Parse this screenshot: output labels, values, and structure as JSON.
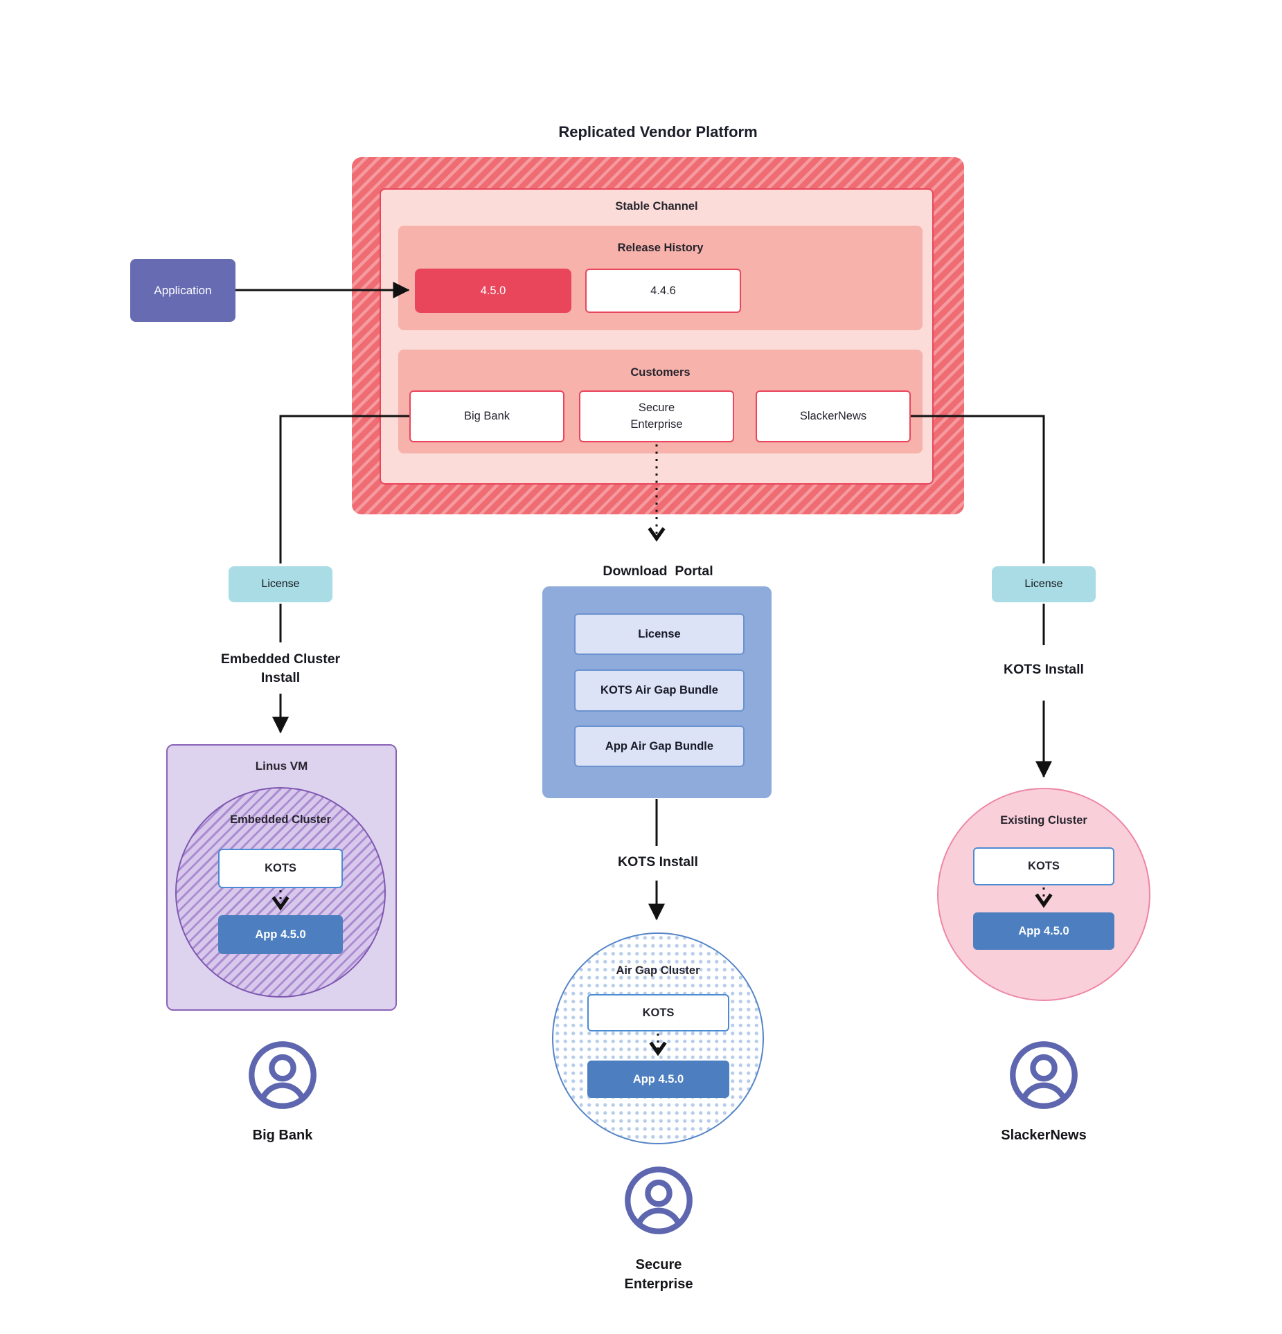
{
  "title": "Replicated Vendor Platform",
  "platform": {
    "stable_channel": {
      "label": "Stable Channel",
      "release_history": {
        "label": "Release History",
        "releases": [
          {
            "version": "4.5.0",
            "highlighted": true
          },
          {
            "version": "4.4.6",
            "highlighted": false
          }
        ]
      },
      "customers": {
        "label": "Customers",
        "items": [
          {
            "name": "Big Bank"
          },
          {
            "name": "Secure\nEnterprise"
          },
          {
            "name": "SlackerNews"
          }
        ]
      }
    }
  },
  "application": {
    "label": "Application"
  },
  "flows": {
    "left": {
      "license": "License",
      "install": "Embedded Cluster\nInstall"
    },
    "middle": {
      "portal_title": "Download  Portal",
      "install": "KOTS Install"
    },
    "right": {
      "license": "License",
      "install": "KOTS Install"
    }
  },
  "download_portal": {
    "items": [
      {
        "label": "License"
      },
      {
        "label": "KOTS Air Gap Bundle"
      },
      {
        "label": "App Air Gap Bundle"
      }
    ]
  },
  "clusters": {
    "embedded": {
      "vm_label": "Linus VM",
      "cluster_label": "Embedded Cluster",
      "kots": "KOTS",
      "app": "App 4.5.0"
    },
    "airgap": {
      "cluster_label": "Air Gap Cluster",
      "kots": "KOTS",
      "app": "App 4.5.0"
    },
    "existing": {
      "cluster_label": "Existing Cluster",
      "kots": "KOTS",
      "app": "App 4.5.0"
    }
  },
  "users": [
    {
      "name": "Big Bank"
    },
    {
      "name": "Secure\nEnterprise"
    },
    {
      "name": "SlackerNews"
    }
  ],
  "colors": {
    "hatch_base": "#ef6c73",
    "hatch_stripe": "#f59ba0",
    "stable_bg": "#fbdcd8",
    "band_bg": "#f6b2ab",
    "red_accent": "#e9465c",
    "red_border": "#e9465c",
    "app_purple": "#666bb2",
    "license_cyan": "#a9dce4",
    "portal_blue": "#8fabdb",
    "portal_item_bg": "#dde3f6",
    "portal_item_border": "#6b93cf",
    "app_blue": "#4d7fc0",
    "kots_border": "#4a8bd4",
    "linus_bg": "#ded3ee",
    "linus_border": "#8a63b8",
    "ec_bg": "#d8c9ec",
    "ec_stripe": "#ab8cd1",
    "ec_border": "#7e58b0",
    "airgap_dot": "#b6cdeb",
    "airgap_border": "#5585c8",
    "existing_bg": "#f9cfd9",
    "existing_border": "#ee85a5",
    "user_icon": "#5d66ae",
    "wire": "#111111"
  }
}
